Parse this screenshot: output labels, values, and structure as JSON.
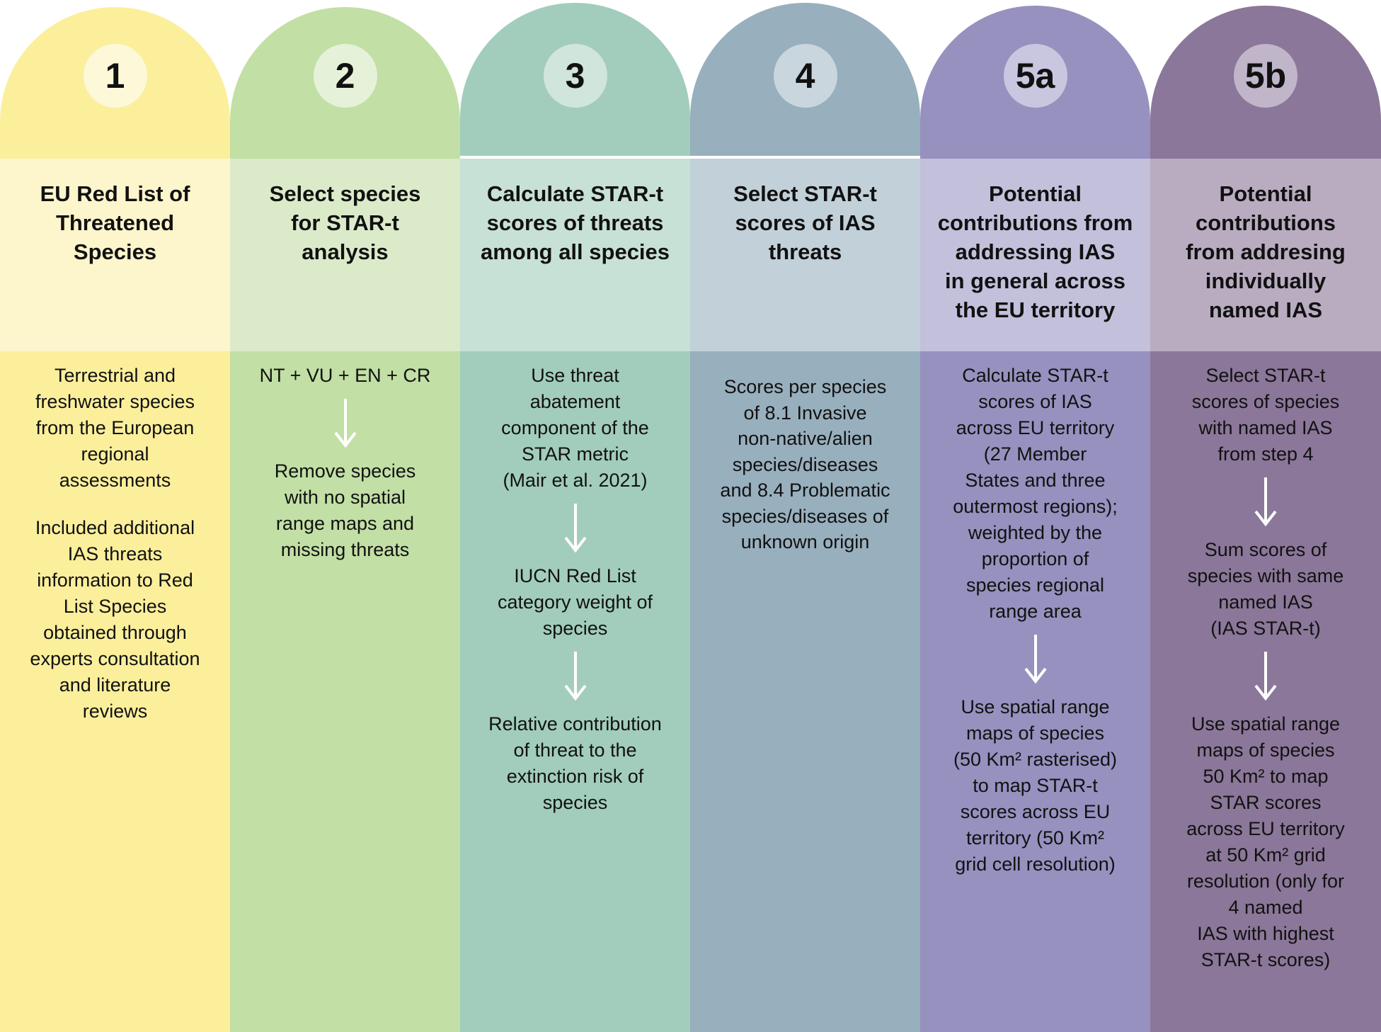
{
  "columns": [
    {
      "step": "1",
      "title": "EU Red List of\nThreatened\nSpecies",
      "blocks": [
        "Terrestrial and\nfreshwater species\nfrom the European\nregional\nassessments",
        "Included additional\nIAS threats\ninformation to Red\nList Species\nobtained through\nexperts consultation\nand literature\nreviews"
      ]
    },
    {
      "step": "2",
      "title": "Select species\nfor STAR-t\nanalysis",
      "blocks": [
        "NT + VU + EN + CR",
        "Remove species\nwith no spatial\nrange maps and\nmissing threats"
      ]
    },
    {
      "step": "3",
      "title": "Calculate STAR-t\nscores of threats\namong all species",
      "blocks": [
        "Use threat\nabatement\ncomponent of the\nSTAR metric\n(Mair et al. 2021)",
        "IUCN Red List\ncategory weight of\nspecies",
        "Relative contribution\nof threat to the\nextinction risk of\nspecies"
      ]
    },
    {
      "step": "4",
      "title": "Select STAR-t\nscores of IAS\nthreats",
      "blocks": [
        "Scores per species\nof 8.1 Invasive\nnon-native/alien\nspecies/diseases\nand 8.4 Problematic\nspecies/diseases of\nunknown origin"
      ]
    },
    {
      "step": "5a",
      "title": "Potential\ncontributions from\naddressing IAS\nin general across\nthe EU territory",
      "blocks": [
        "Calculate STAR-t\nscores of IAS\nacross EU territory\n(27 Member\nStates and three\noutermost regions);\nweighted by the\nproportion of\nspecies regional\nrange area",
        "Use spatial range\nmaps of species\n(50 Km² rasterised)\nto map STAR-t\nscores across EU\nterritory (50 Km²\ngrid cell resolution)"
      ]
    },
    {
      "step": "5b",
      "title": "Potential\ncontributions\nfrom addresing\nindividually\nnamed IAS",
      "blocks": [
        "Select STAR-t\nscores of species\nwith named IAS\nfrom step 4",
        "Sum scores of\nspecies with same\nnamed IAS\n(IAS STAR-t)",
        "Use spatial range\nmaps of species\n50 Km² to map\nSTAR scores\nacross EU territory\nat 50 Km² grid\nresolution (only for\n4 named\nIAS with highest\nSTAR-t scores)"
      ]
    }
  ]
}
